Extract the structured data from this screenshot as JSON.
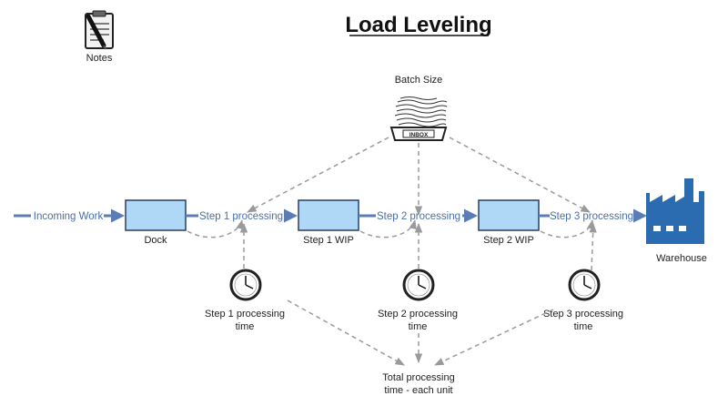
{
  "title": "Load Leveling",
  "notes": {
    "label": "Notes",
    "icon": "notes-icon"
  },
  "batch_size": {
    "label": "Batch Size",
    "icon": "inbox-tray-icon",
    "tray_text": "INBOX"
  },
  "incoming": {
    "label": "Incoming Work"
  },
  "stocks": [
    {
      "label": "Dock"
    },
    {
      "label": "Step 1 WIP"
    },
    {
      "label": "Step 2 WIP"
    }
  ],
  "flows": [
    {
      "label": "Step 1 processing"
    },
    {
      "label": "Step 2 processing"
    },
    {
      "label": "Step 3 processing"
    }
  ],
  "warehouse": {
    "label": "Warehouse",
    "icon": "factory-icon"
  },
  "timers": [
    {
      "line1": "Step 1 processing",
      "line2": "time",
      "icon": "clock-icon"
    },
    {
      "line1": "Step 2 processing",
      "line2": "time",
      "icon": "clock-icon"
    },
    {
      "line1": "Step 3 processing",
      "line2": "time",
      "icon": "clock-icon"
    }
  ],
  "total": {
    "line1": "Total processing",
    "line2": "time - each unit"
  },
  "colors": {
    "stock_fill": "#aed8f5",
    "stock_stroke": "#2a3e66",
    "flow": "#5b7cb5",
    "link": "#9a9a9a",
    "factory": "#2b6cb0"
  }
}
